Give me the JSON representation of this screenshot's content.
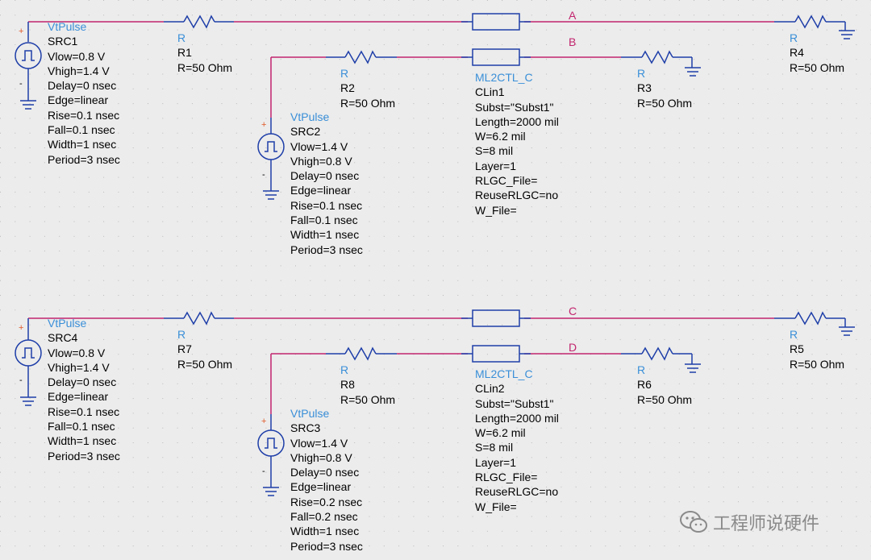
{
  "colors": {
    "wire": "#c2256e",
    "component": "#1e3ea8",
    "label": "#3a8fd8",
    "text": "#000000",
    "background": "#ececec"
  },
  "nodes": {
    "a": "A",
    "b": "B",
    "c": "C",
    "d": "D"
  },
  "sources": {
    "src1": {
      "type": "VtPulse",
      "name": "SRC1",
      "params": [
        "Vlow=0.8 V",
        "Vhigh=1.4 V",
        "Delay=0 nsec",
        "Edge=linear",
        "Rise=0.1 nsec",
        "Fall=0.1 nsec",
        "Width=1 nsec",
        "Period=3 nsec"
      ]
    },
    "src2": {
      "type": "VtPulse",
      "name": "SRC2",
      "params": [
        "Vlow=1.4 V",
        "Vhigh=0.8 V",
        "Delay=0 nsec",
        "Edge=linear",
        "Rise=0.1 nsec",
        "Fall=0.1 nsec",
        "Width=1 nsec",
        "Period=3 nsec"
      ]
    },
    "src4": {
      "type": "VtPulse",
      "name": "SRC4",
      "params": [
        "Vlow=0.8 V",
        "Vhigh=1.4 V",
        "Delay=0 nsec",
        "Edge=linear",
        "Rise=0.1 nsec",
        "Fall=0.1 nsec",
        "Width=1 nsec",
        "Period=3 nsec"
      ]
    },
    "src3": {
      "type": "VtPulse",
      "name": "SRC3",
      "params": [
        "Vlow=1.4 V",
        "Vhigh=0.8 V",
        "Delay=0 nsec",
        "Edge=linear",
        "Rise=0.2 nsec",
        "Fall=0.2 nsec",
        "Width=1 nsec",
        "Period=3 nsec"
      ]
    }
  },
  "resistors": {
    "r1": {
      "type": "R",
      "name": "R1",
      "value": "R=50 Ohm"
    },
    "r2": {
      "type": "R",
      "name": "R2",
      "value": "R=50 Ohm"
    },
    "r3": {
      "type": "R",
      "name": "R3",
      "value": "R=50 Ohm"
    },
    "r4": {
      "type": "R",
      "name": "R4",
      "value": "R=50 Ohm"
    },
    "r5": {
      "type": "R",
      "name": "R5",
      "value": "R=50 Ohm"
    },
    "r6": {
      "type": "R",
      "name": "R6",
      "value": "R=50 Ohm"
    },
    "r7": {
      "type": "R",
      "name": "R7",
      "value": "R=50 Ohm"
    },
    "r8": {
      "type": "R",
      "name": "R8",
      "value": "R=50 Ohm"
    }
  },
  "tlines": {
    "clin1": {
      "type": "ML2CTL_C",
      "name": "CLin1",
      "params": [
        "Subst=\"Subst1\"",
        "Length=2000 mil",
        "W=6.2 mil",
        "S=8 mil",
        "Layer=1",
        "RLGC_File=",
        "ReuseRLGC=no",
        "W_File="
      ]
    },
    "clin2": {
      "type": "ML2CTL_C",
      "name": "CLin2",
      "params": [
        "Subst=\"Subst1\"",
        "Length=2000 mil",
        "W=6.2 mil",
        "S=8 mil",
        "Layer=1",
        "RLGC_File=",
        "ReuseRLGC=no",
        "W_File="
      ]
    }
  },
  "watermark": {
    "text": "工程师说硬件",
    "icon": "wechat-icon"
  }
}
